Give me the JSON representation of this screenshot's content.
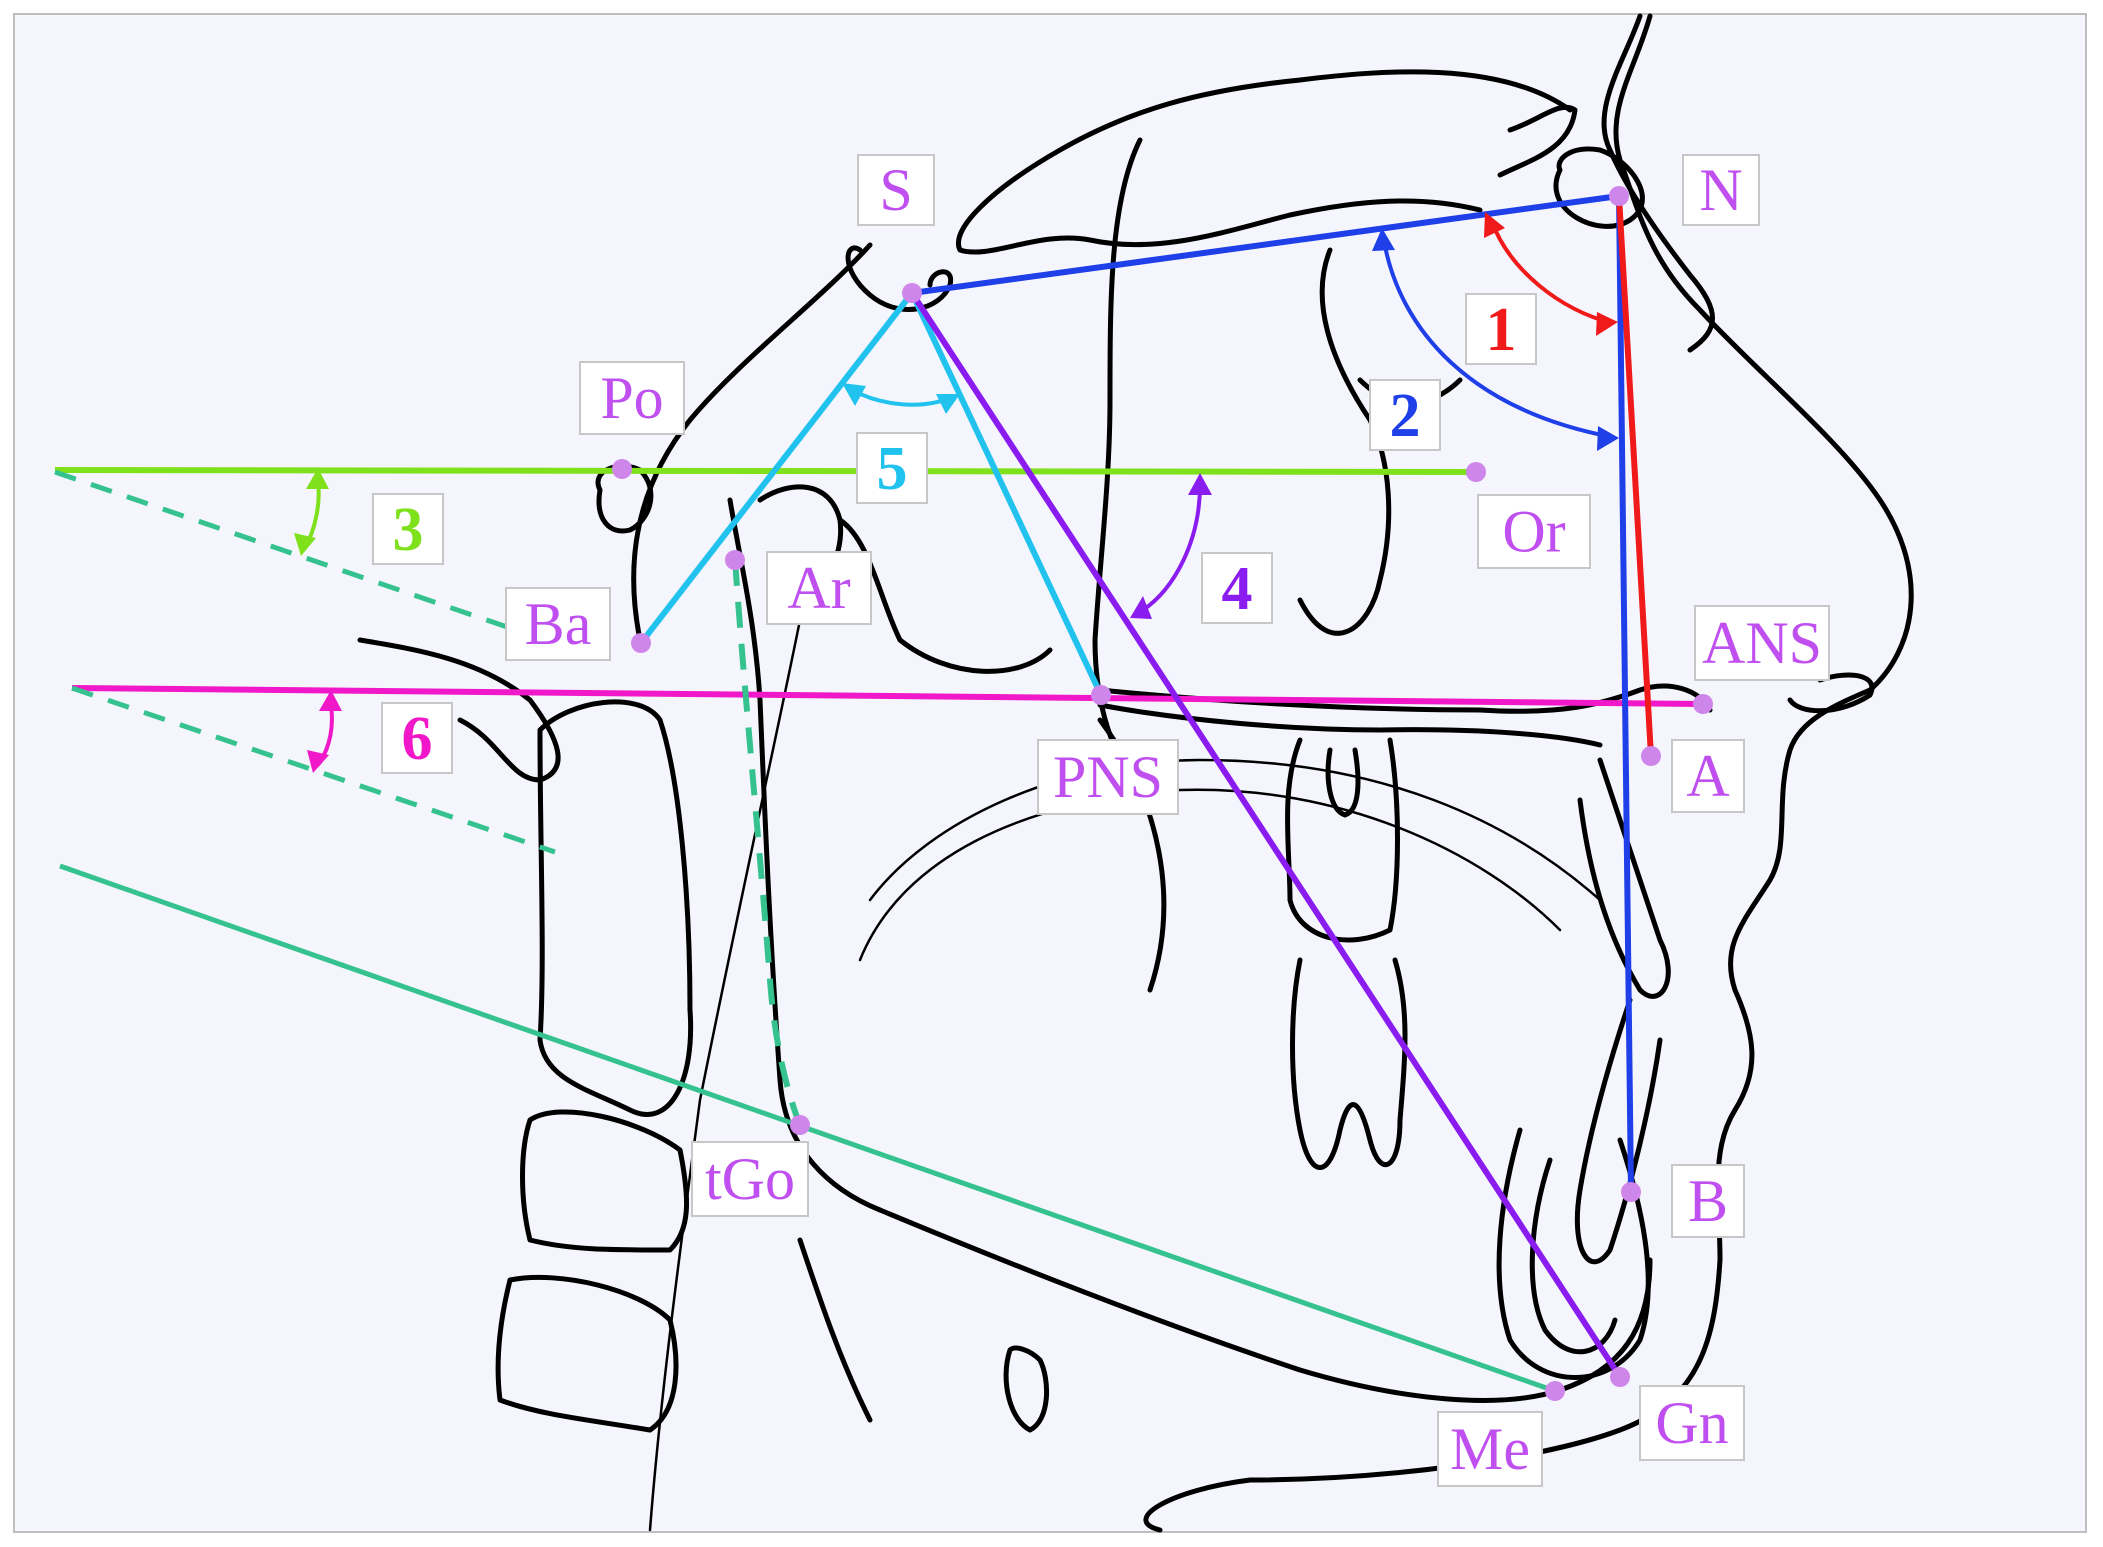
{
  "colors": {
    "landmark": "#cf86ea",
    "label_text": "#c04ff0",
    "green": "#7ee11c",
    "blue": "#1f3fe8",
    "red": "#f01a1a",
    "cyan": "#21c3ee",
    "purple": "#8b1cf0",
    "magenta": "#f018c8",
    "teal": "#36c28e",
    "background": "#f5f6fd"
  },
  "landmarks": [
    {
      "id": "S",
      "label": "S"
    },
    {
      "id": "N",
      "label": "N"
    },
    {
      "id": "Po",
      "label": "Po"
    },
    {
      "id": "Or",
      "label": "Or"
    },
    {
      "id": "Ba",
      "label": "Ba"
    },
    {
      "id": "Ar",
      "label": "Ar"
    },
    {
      "id": "ANS",
      "label": "ANS"
    },
    {
      "id": "PNS",
      "label": "PNS"
    },
    {
      "id": "A",
      "label": "A"
    },
    {
      "id": "B",
      "label": "B"
    },
    {
      "id": "tGo",
      "label": "tGo"
    },
    {
      "id": "Me",
      "label": "Me"
    },
    {
      "id": "Gn",
      "label": "Gn"
    }
  ],
  "angles": [
    {
      "id": "1",
      "label": "1",
      "color": "#f01a1a"
    },
    {
      "id": "2",
      "label": "2",
      "color": "#1f3fe8"
    },
    {
      "id": "3",
      "label": "3",
      "color": "#7ee11c"
    },
    {
      "id": "4",
      "label": "4",
      "color": "#8b1cf0"
    },
    {
      "id": "5",
      "label": "5",
      "color": "#21c3ee"
    },
    {
      "id": "6",
      "label": "6",
      "color": "#f018c8"
    }
  ]
}
